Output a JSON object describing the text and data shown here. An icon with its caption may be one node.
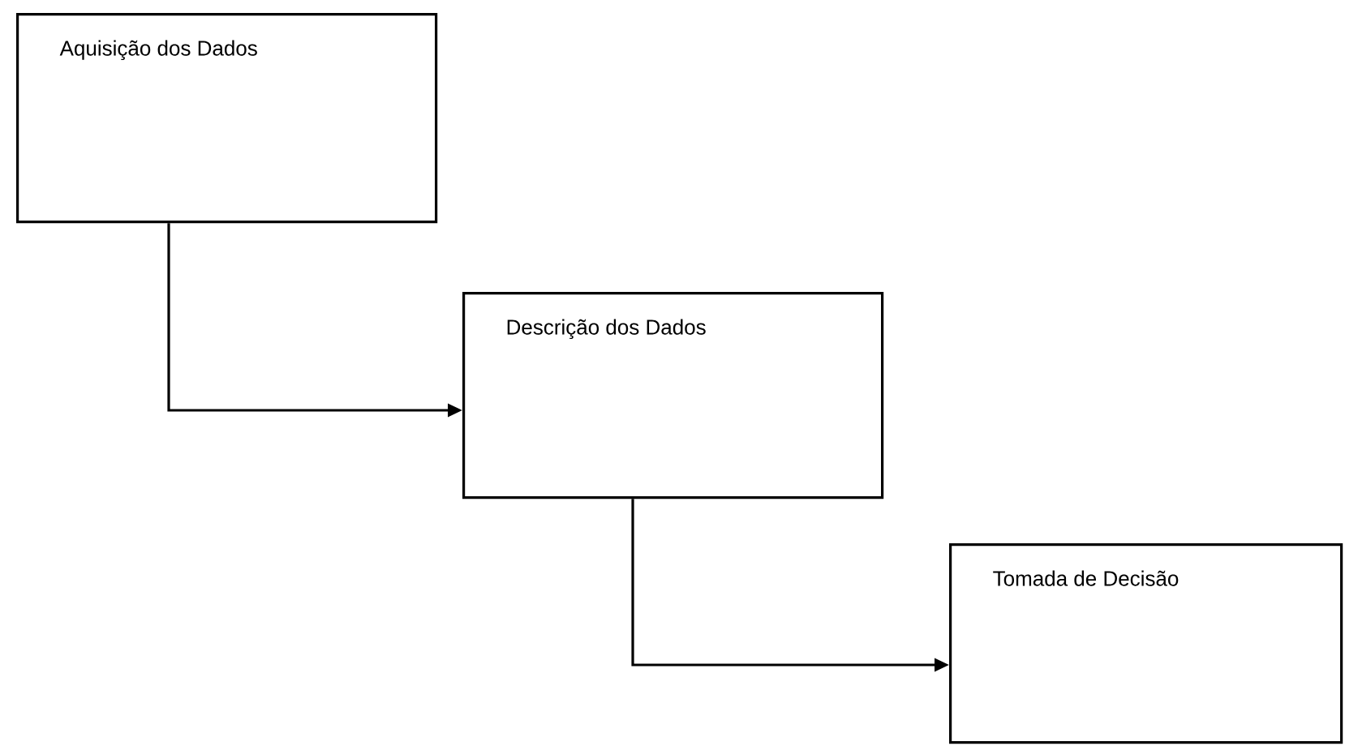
{
  "diagram": {
    "nodes": [
      {
        "text": [
          "Aquisição dos Dados"
        ]
      },
      {
        "text": [
          "Descrição dos Dados"
        ]
      },
      {
        "text": [
          "Tomada de Decisão"
        ]
      }
    ],
    "edges": [
      {
        "from": 0,
        "to": 1,
        "arrow": "to"
      },
      {
        "from": 1,
        "to": 2,
        "arrow": "to"
      }
    ]
  }
}
